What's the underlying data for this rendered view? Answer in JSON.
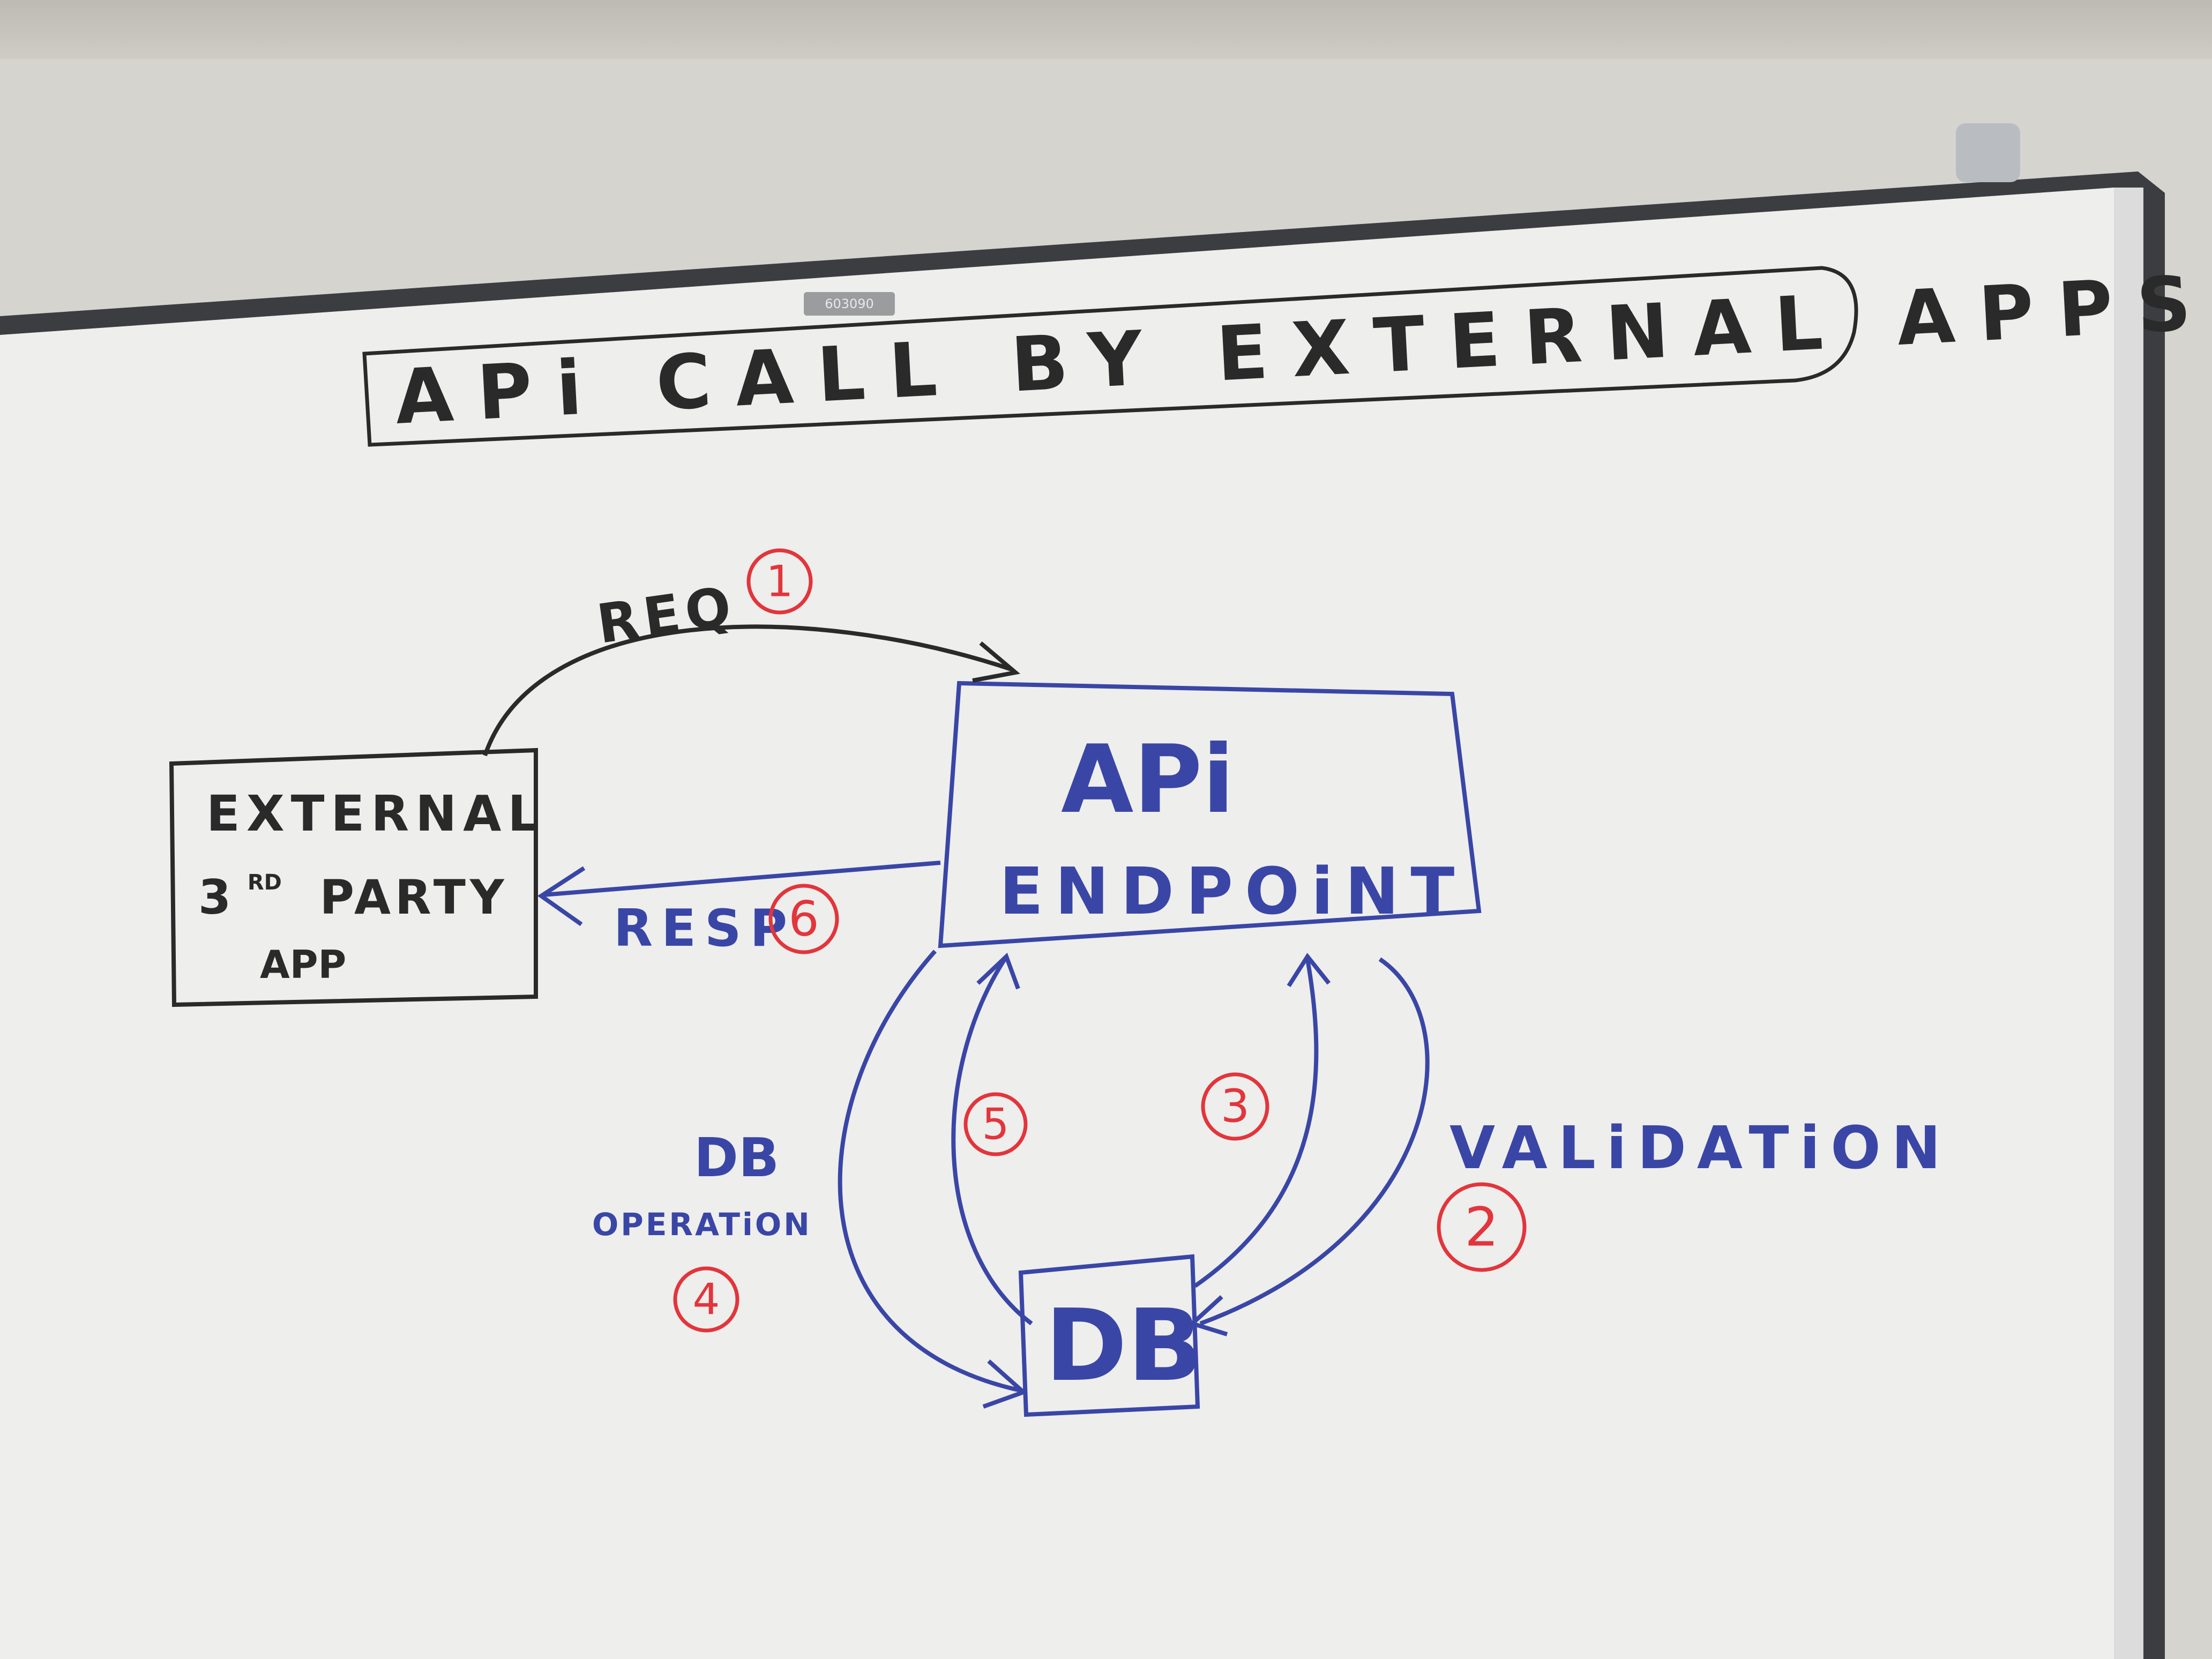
{
  "title": "APi CALL BY EXTERNAL APPS",
  "board_tag": "603090",
  "colors": {
    "black_marker": "#2a2a2a",
    "blue_marker": "#3a46a6",
    "red_marker": "#e2353c",
    "board": "#eeeeec",
    "frame": "#3b3d40"
  },
  "nodes": {
    "external_app": {
      "line1": "EXTERNAL",
      "line2_main": "3",
      "line2_sup": "RD",
      "line2_rest": "PARTY",
      "line3": "APP"
    },
    "api_endpoint": {
      "line1": "APi",
      "line2": "ENDPOiNT"
    },
    "db": {
      "label": "DB"
    }
  },
  "edges": {
    "req": {
      "label": "REQ",
      "step": "1"
    },
    "validation": {
      "label": "VALiDATiON",
      "step": "2"
    },
    "step3": {
      "step": "3"
    },
    "db_operation": {
      "label1": "DB",
      "label2": "OPERATiON",
      "step": "4"
    },
    "step5": {
      "step": "5"
    },
    "resp": {
      "label": "RESP",
      "step": "6"
    }
  }
}
